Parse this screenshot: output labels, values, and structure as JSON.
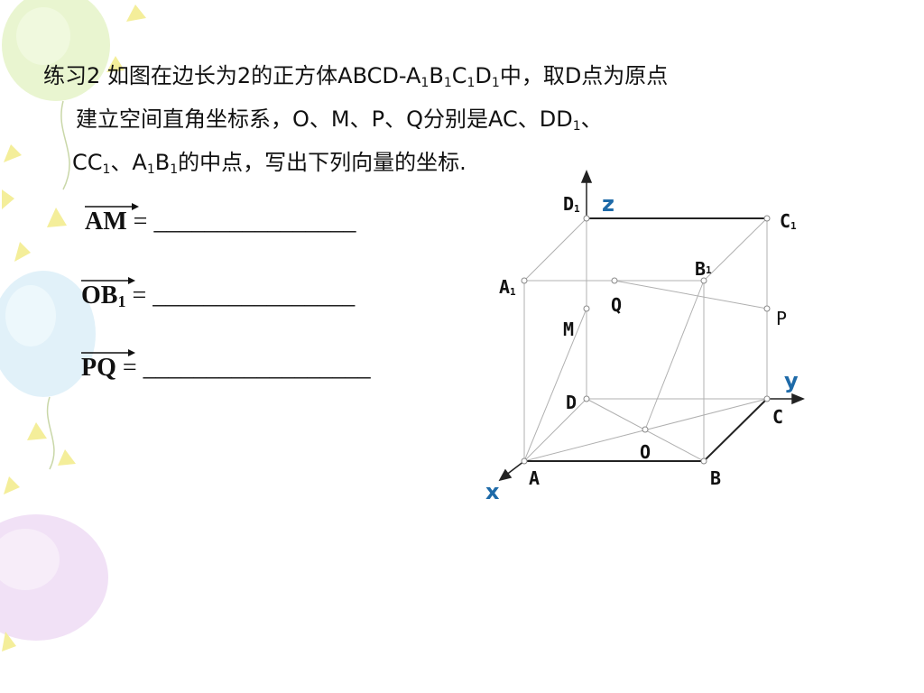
{
  "problem": {
    "line1_a": "练习2 如图在边长为2的正方体ABCD-A",
    "line1_b": "B",
    "line1_c": "C",
    "line1_d": "D",
    "line1_e": "中，取D点为原点",
    "sub1": "1",
    "line2": "建立空间直角坐标系，O、M、P、Q分别是AC、DD",
    "line2_tail": "、",
    "line3_a": "CC",
    "line3_b": "、A",
    "line3_c": "B",
    "line3_d": "的中点，写出下列向量的坐标."
  },
  "vectors": [
    {
      "name": "AM",
      "sub": "",
      "blank": "= ________________"
    },
    {
      "name": "OB",
      "sub": "1",
      "blank": "= ________________"
    },
    {
      "name": "PQ",
      "sub": "",
      "blank": "= __________________"
    }
  ],
  "cube_labels": {
    "D1": "D",
    "C1": "C",
    "A1": "A",
    "B1": "B",
    "sub": "1",
    "D": "D",
    "C": "C",
    "A": "A",
    "B": "B",
    "Q": "Q",
    "M": "M",
    "P": "P",
    "O": "O",
    "x": "x",
    "y": "y",
    "z": "z"
  },
  "colors": {
    "axis_label": "#1e6aa8",
    "edge": "#222222",
    "thin": "#b0b0b0"
  }
}
